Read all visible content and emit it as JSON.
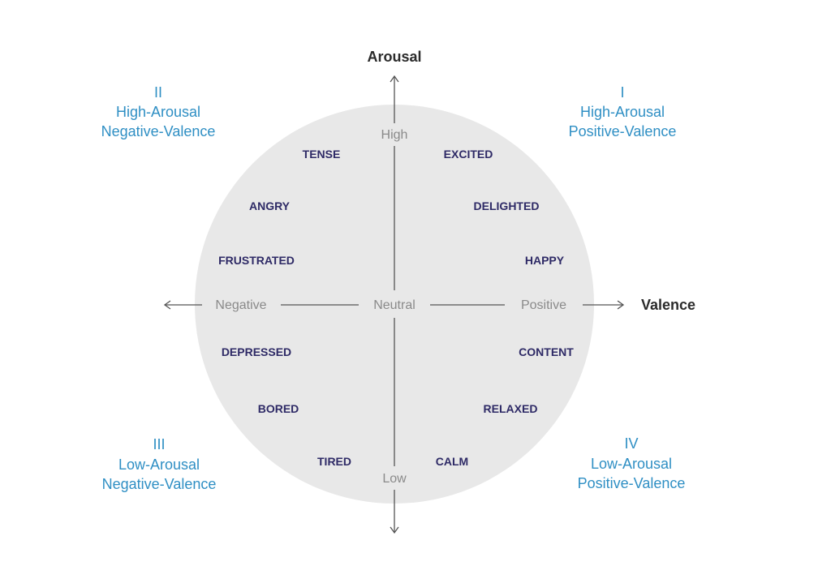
{
  "colors": {
    "circle_fill": "#e8e8e8",
    "axis_line": "#555555",
    "axis_label": "#8a8a8a",
    "axis_title": "#2b2b2b",
    "emotion": "#2e2a66",
    "quadrant": "#2f8fc4"
  },
  "axes": {
    "arousal_title": "Arousal",
    "valence_title": "Valence",
    "high": "High",
    "low": "Low",
    "negative": "Negative",
    "neutral": "Neutral",
    "positive": "Positive"
  },
  "quadrants": {
    "q1": {
      "numeral": "I",
      "line1": "High-Arousal",
      "line2": "Positive-Valence"
    },
    "q2": {
      "numeral": "II",
      "line1": "High-Arousal",
      "line2": "Negative-Valence"
    },
    "q3": {
      "numeral": "III",
      "line1": "Low-Arousal",
      "line2": "Negative-Valence"
    },
    "q4": {
      "numeral": "IV",
      "line1": "Low-Arousal",
      "line2": "Positive-Valence"
    }
  },
  "emotions": {
    "tense": "TENSE",
    "angry": "ANGRY",
    "frustrated": "FRUSTRATED",
    "depressed": "DEPRESSED",
    "bored": "BORED",
    "tired": "TIRED",
    "excited": "EXCITED",
    "delighted": "DELIGHTED",
    "happy": "HAPPY",
    "content": "CONTENT",
    "relaxed": "RELAXED",
    "calm": "CALM"
  }
}
